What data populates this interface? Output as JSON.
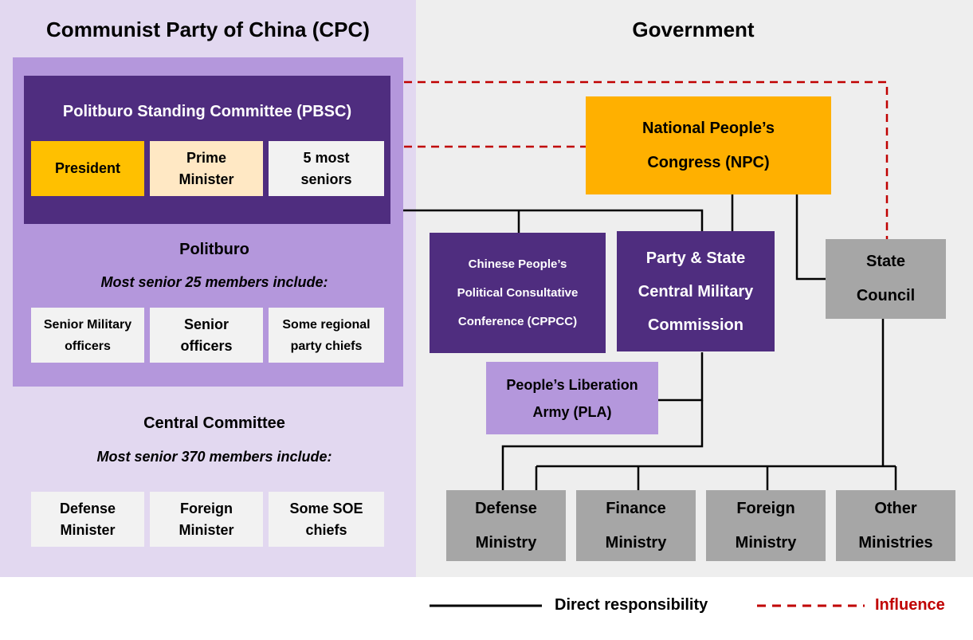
{
  "cpc": {
    "title": "Communist Party of China (CPC)",
    "pbsc": {
      "title": "Politburo Standing Committee (PBSC)",
      "members": [
        "President",
        "Prime\nMinister",
        "5 most\nseniors"
      ]
    },
    "politburo": {
      "title": "Politburo",
      "subtitle": "Most senior 25 members include:",
      "members": [
        "Senior Military\nofficers",
        "Senior\nofficers",
        "Some regional\nparty chiefs"
      ]
    },
    "central_committee": {
      "title": "Central Committee",
      "subtitle": "Most senior 370 members include:",
      "members": [
        "Defense\nMinister",
        "Foreign\nMinister",
        "Some SOE\nchiefs"
      ]
    }
  },
  "government": {
    "title": "Government",
    "npc": "National People’s\nCongress (NPC)",
    "cppcc": "Chinese People’s\nPolitical Consultative\nConference (CPPCC)",
    "cmc": "Party & State\nCentral Military\nCommission",
    "state_council": "State\nCouncil",
    "pla": "People’s Liberation\nArmy (PLA)",
    "ministries": [
      "Defense\nMinistry",
      "Finance\nMinistry",
      "Foreign\nMinistry",
      "Other\nMinistries"
    ]
  },
  "legend": {
    "direct": "Direct responsibility",
    "influence": "Influence"
  },
  "colors": {
    "cpc_bg": "#e2d8f0",
    "politburo_bg": "#b497dc",
    "pbsc_bg": "#4f2d7f",
    "president": "#ffc000",
    "prime_minister": "#ffe8c4",
    "npc": "#ffb000",
    "state_council": "#a6a6a6",
    "influence_line": "#c00000"
  }
}
